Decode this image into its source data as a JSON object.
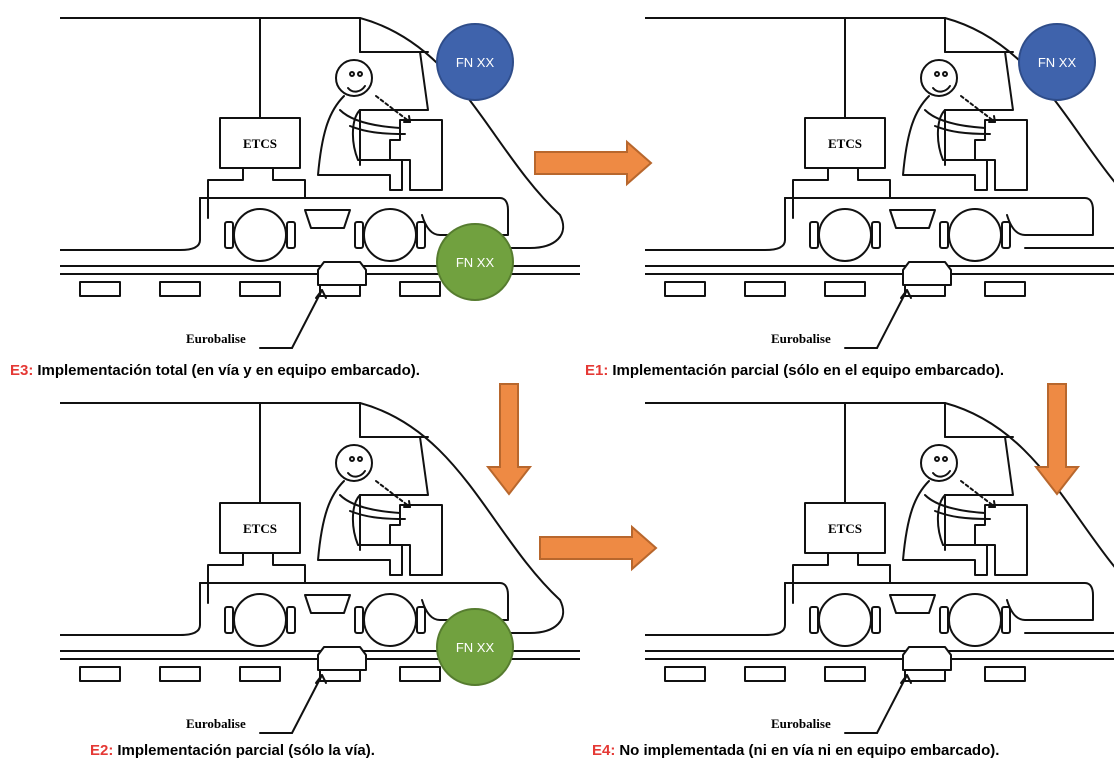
{
  "panels": [
    {
      "id": "e3",
      "etcs_label": "ETCS",
      "balise_label": "Eurobalise",
      "badge_onboard": "FN XX",
      "badge_track": "FN XX"
    },
    {
      "id": "e1",
      "etcs_label": "ETCS",
      "balise_label": "Eurobalise",
      "badge_onboard": "FN XX"
    },
    {
      "id": "e2",
      "etcs_label": "ETCS",
      "balise_label": "Eurobalise",
      "badge_track": "FN XX"
    },
    {
      "id": "e4",
      "etcs_label": "ETCS",
      "balise_label": "Eurobalise"
    }
  ],
  "captions": [
    {
      "code": "E3:",
      "text": "Implementación total (en vía y en equipo embarcado)."
    },
    {
      "code": "E1:",
      "text": "Implementación parcial (sólo en el equipo embarcado)."
    },
    {
      "code": "E2:",
      "text": "Implementación parcial (sólo la vía)."
    },
    {
      "code": "E4:",
      "text": "No implementada (ni en vía ni en equipo embarcado)."
    }
  ],
  "colors": {
    "onboard_badge": "#3f63ac",
    "track_badge": "#71a13f",
    "arrow_fill": "#ee8a44",
    "arrow_stroke": "#b8672d",
    "caption_code": "#e53935"
  }
}
